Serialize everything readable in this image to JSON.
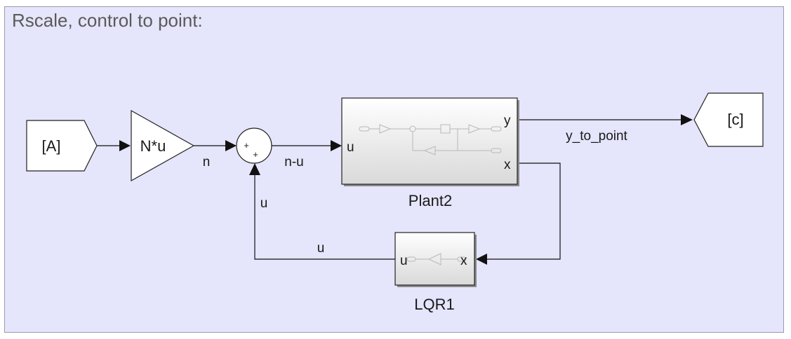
{
  "area": {
    "title": "Rscale, control to point:"
  },
  "blocks": {
    "goto_a": {
      "label": "[A]"
    },
    "gain": {
      "label": "N*u"
    },
    "sum": {
      "plus1": "+",
      "plus2": "+"
    },
    "plant": {
      "name": "Plant2",
      "port_in": "u",
      "port_out_y": "y",
      "port_out_x": "x"
    },
    "lqr": {
      "name": "LQR1",
      "port_in": "x",
      "port_out": "u"
    },
    "goto_c": {
      "label": "[c]"
    }
  },
  "signals": {
    "n": "n",
    "n_minus_u": "n-u",
    "y_to_point": "y_to_point",
    "u_vertical": "u",
    "u_horizontal": "u"
  },
  "colors": {
    "area_fill": "#e5e5fb",
    "block_fill": "#ffffff",
    "subsystem_gradient_top": "#ffffff",
    "subsystem_gradient_bottom": "#dcdcdc",
    "wire": "#111111"
  }
}
